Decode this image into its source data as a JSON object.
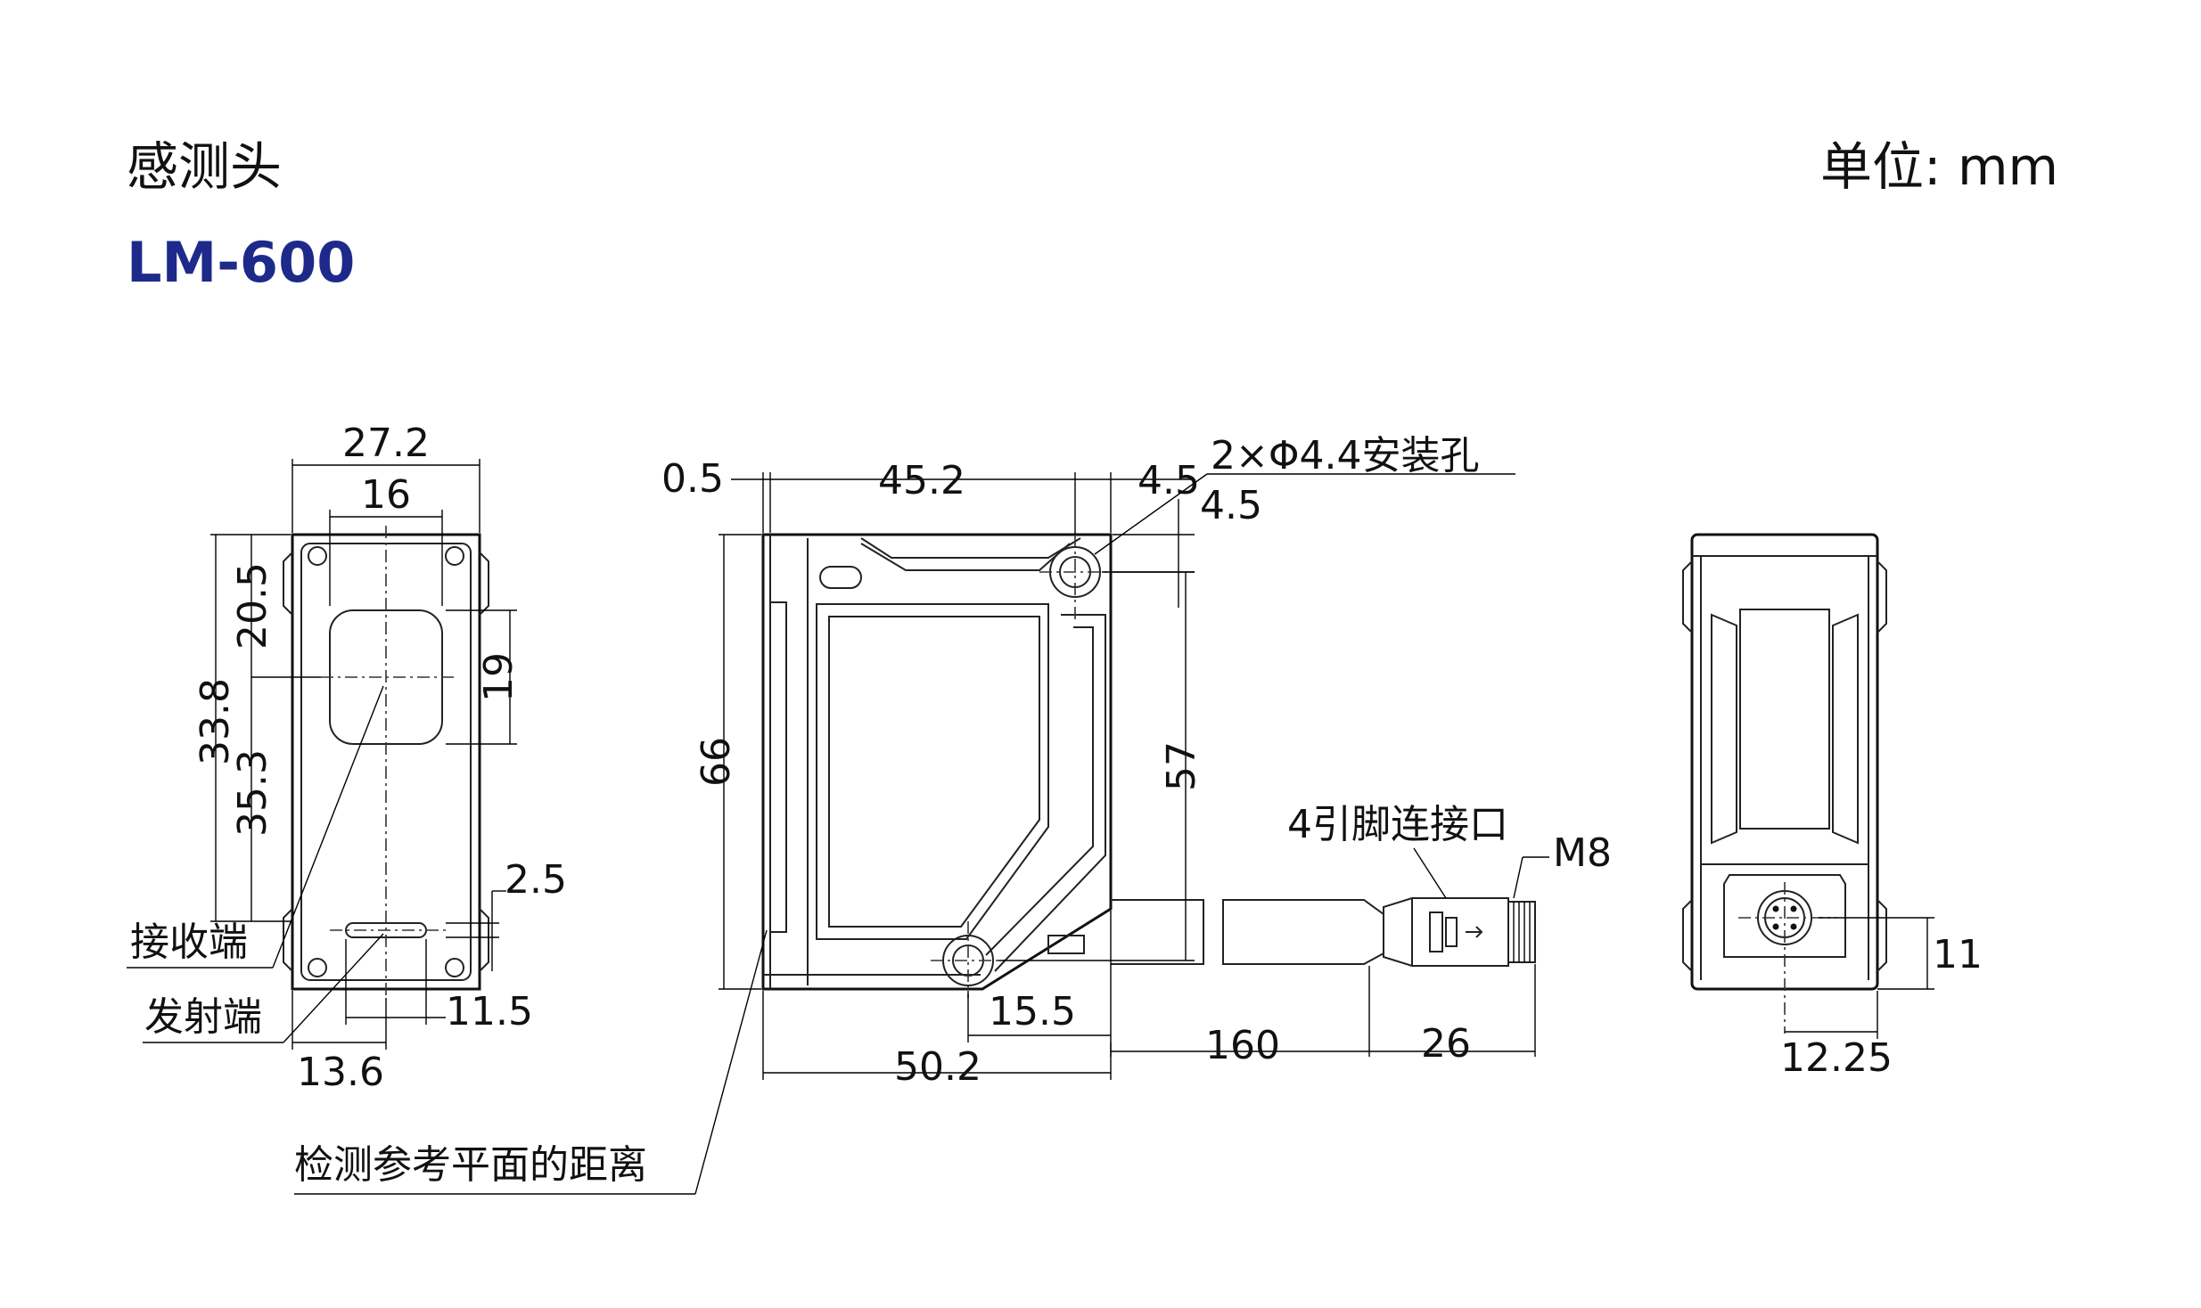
{
  "header": {
    "title": "感测头",
    "unit": "单位: mm",
    "model": "LM-600"
  },
  "front_view": {
    "width_total": "27.2",
    "window_width": "16",
    "upper_offset": "20.5",
    "window_height": "19",
    "receiver_height": "33.8",
    "emitter_height": "35.3",
    "slot_offset": "2.5",
    "slot_width": "11.5",
    "half_width": "13.6",
    "receiver_label": "接收端",
    "emitter_label": "发射端",
    "reference_label": "检测参考平面的距离"
  },
  "side_view": {
    "offset_left": "0.5",
    "top_width": "45.2",
    "hole_offset_x": "4.5",
    "hole_offset_y": "4.5",
    "holes_label": "2×Φ4.4安装孔",
    "height_total": "66",
    "hole_spacing": "57",
    "bottom_hole_offset": "15.5",
    "bottom_width": "50.2",
    "connector_label": "4引脚连接口",
    "connector_type": "M8",
    "cable_length": "160",
    "connector_length": "26"
  },
  "rear_view": {
    "connector_height": "11",
    "connector_offset": "12.25"
  }
}
